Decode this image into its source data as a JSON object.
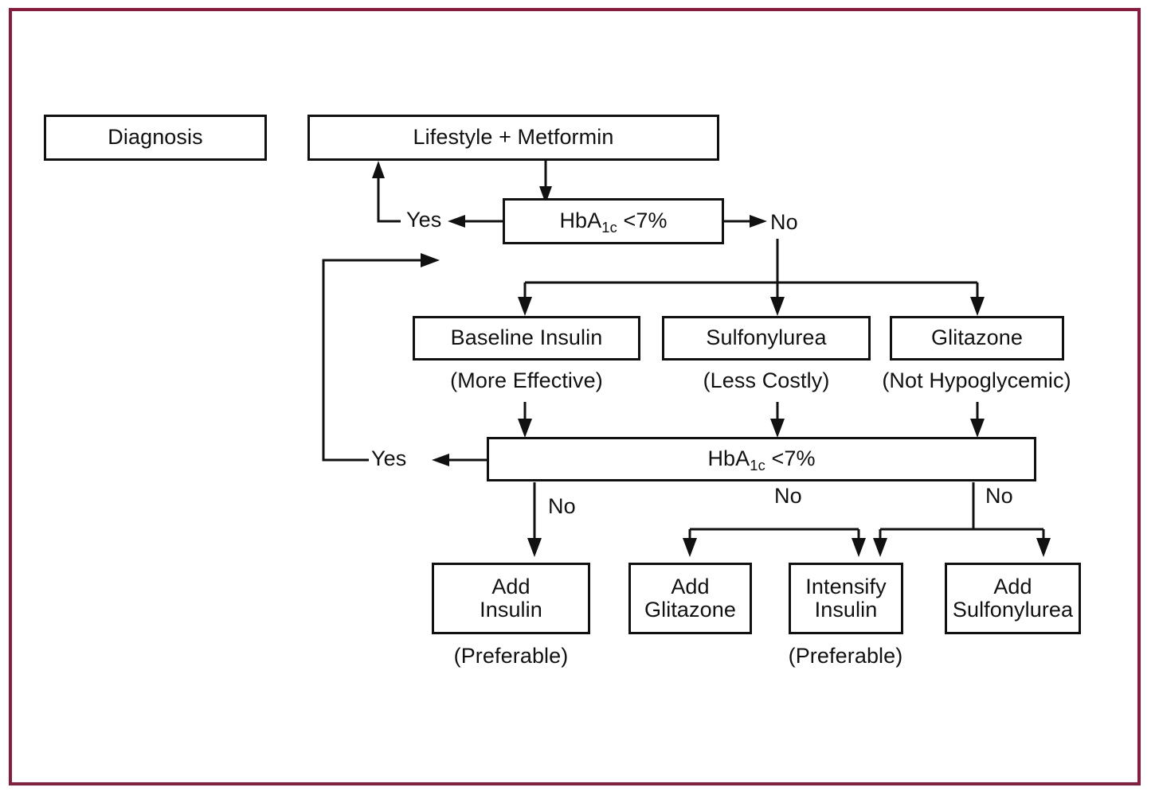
{
  "figure": {
    "type": "flowchart",
    "title": "Type 2 diabetes treatment algorithm",
    "border_color": "#8C1A3C",
    "line_color": "#111111",
    "background": "#ffffff"
  },
  "nodes": {
    "diagnosis": "Diagnosis",
    "lifestyle_metformin": "Lifestyle + Metformin",
    "hba1c_first_prefix": "HbA",
    "hba1c_first_sub": "1c",
    "hba1c_first_suffix": " <7%",
    "hba1c_second_prefix": "HbA",
    "hba1c_second_sub": "1c",
    "hba1c_second_suffix": " <7%",
    "baseline_insulin": "Baseline Insulin",
    "sulfonylurea": "Sulfonylurea",
    "glitazone": "Glitazone",
    "add_insulin": "Add\nInsulin",
    "add_glitazone": "Add\nGlitazone",
    "intensify_insulin": "Intensify\nInsulin",
    "add_sulfonylurea": "Add\nSulfonylurea"
  },
  "captions": {
    "more_effective": "(More Effective)",
    "less_costly": "(Less Costly)",
    "not_hypoglycemic": "(Not Hypoglycemic)",
    "preferable_left": "(Preferable)",
    "preferable_right": "(Preferable)"
  },
  "edge_labels": {
    "yes_top": "Yes",
    "no_top": "No",
    "yes_bottom": "Yes",
    "no_left": "No",
    "no_middle": "No",
    "no_right": "No"
  },
  "chart_data": {
    "type": "flowchart",
    "edges": [
      {
        "from": "lifestyle_metformin",
        "to": "hba1c_first",
        "label": ""
      },
      {
        "from": "hba1c_first",
        "to": "lifestyle_metformin",
        "label": "Yes"
      },
      {
        "from": "hba1c_first",
        "to": "branch_row_2",
        "label": "No"
      },
      {
        "from": "branch_row_2",
        "to": "baseline_insulin",
        "label": ""
      },
      {
        "from": "branch_row_2",
        "to": "sulfonylurea",
        "label": ""
      },
      {
        "from": "branch_row_2",
        "to": "glitazone",
        "label": ""
      },
      {
        "from": "baseline_insulin",
        "to": "hba1c_second",
        "label": ""
      },
      {
        "from": "sulfonylurea",
        "to": "hba1c_second",
        "label": ""
      },
      {
        "from": "glitazone",
        "to": "hba1c_second",
        "label": ""
      },
      {
        "from": "hba1c_second",
        "to": "branch_row_2",
        "label": "Yes"
      },
      {
        "from": "hba1c_second",
        "to": "add_insulin",
        "label": "No"
      },
      {
        "from": "hba1c_second",
        "to": "add_glitazone",
        "label": "No"
      },
      {
        "from": "hba1c_second",
        "to": "intensify_insulin",
        "label": "No"
      },
      {
        "from": "hba1c_second",
        "to": "add_sulfonylurea",
        "label": "No"
      }
    ]
  }
}
